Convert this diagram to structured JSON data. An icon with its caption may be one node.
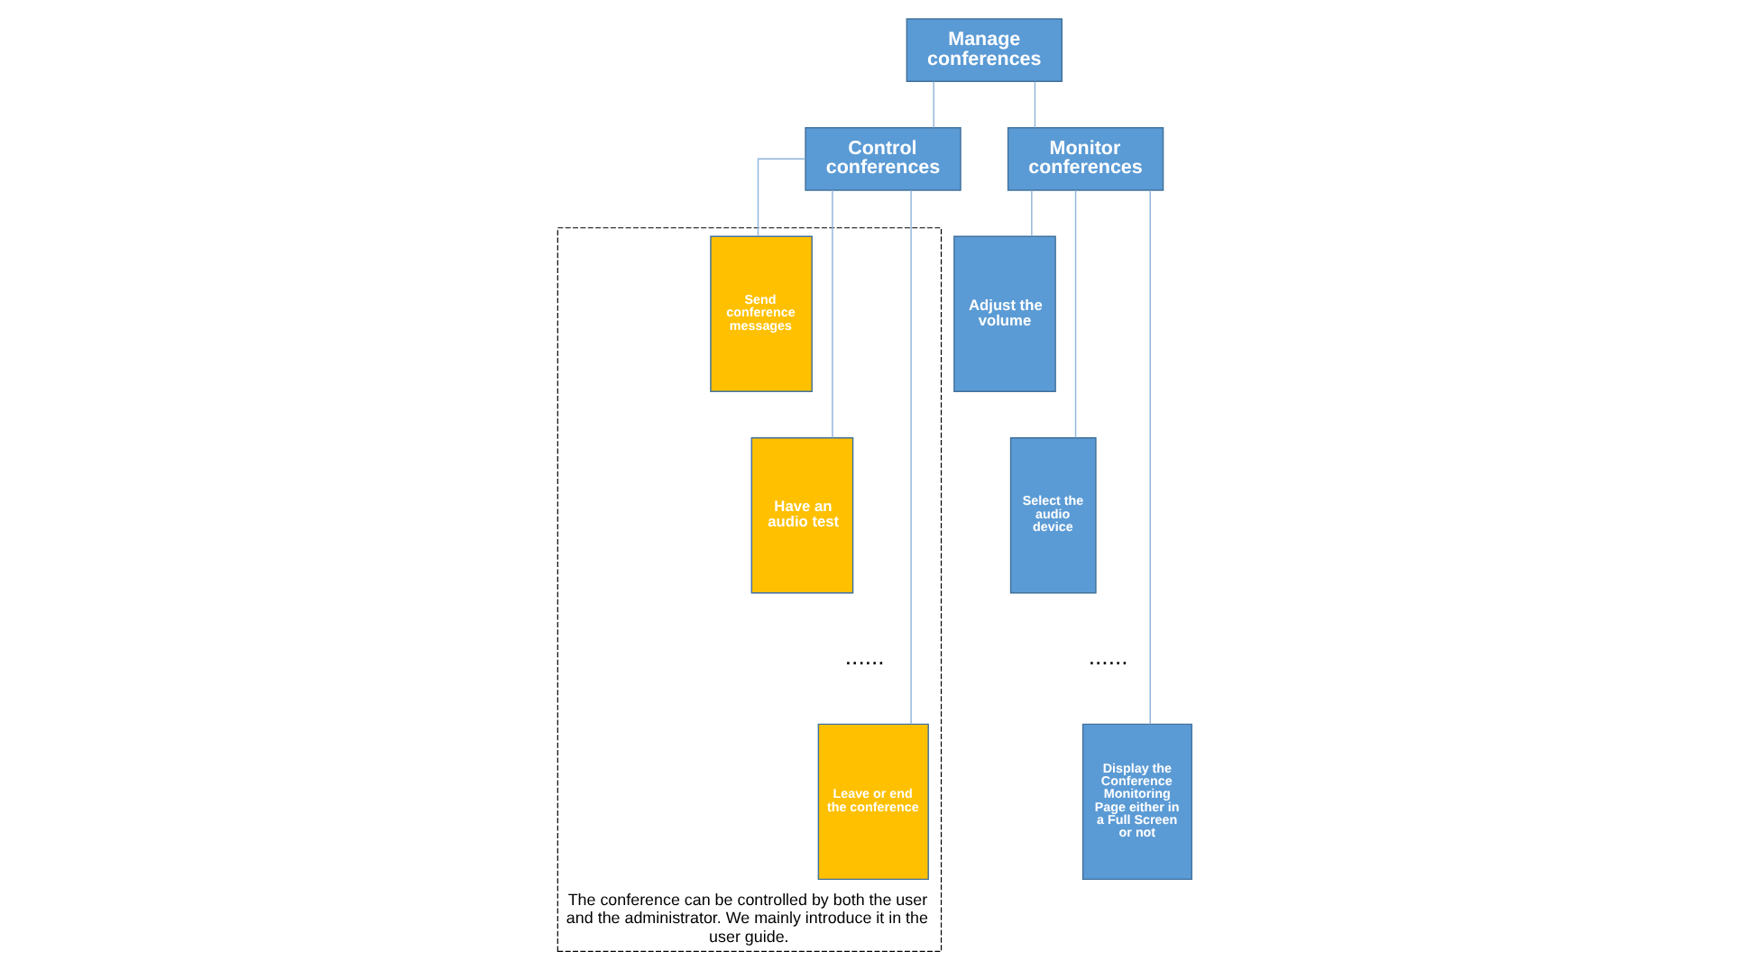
{
  "diagram": {
    "nodes": [
      {
        "text": [
          "Manage conferences"
        ]
      },
      {
        "text": [
          "Control conferences"
        ]
      },
      {
        "text": [
          "Monitor conferences"
        ]
      },
      {
        "text": [
          "The conference can be controlled by both the user and the administrator. We mainly introduce it in the user guide."
        ]
      },
      {
        "text": [
          "Send conference messages"
        ],
        "in": 3
      },
      {
        "text": [
          "Have an audio test"
        ],
        "in": 3
      },
      {
        "text": [
          "Leave or end the conference"
        ],
        "in": 3
      },
      {
        "text": [
          "Adjust the volume"
        ]
      },
      {
        "text": [
          "Select the audio device"
        ]
      },
      {
        "text": [
          "Display the Conference Monitoring Page either in a Full Screen or not"
        ]
      }
    ],
    "edges": [
      {
        "from": 0,
        "to": 1,
        "arrow": "none"
      },
      {
        "from": 0,
        "to": 2,
        "arrow": "none"
      },
      {
        "from": 1,
        "to": 4,
        "arrow": "none"
      },
      {
        "from": 1,
        "to": 5,
        "arrow": "none"
      },
      {
        "from": 1,
        "to": 6,
        "arrow": "none"
      },
      {
        "from": 2,
        "to": 7,
        "arrow": "none"
      },
      {
        "from": 2,
        "to": 8,
        "arrow": "none"
      },
      {
        "from": 2,
        "to": 9,
        "arrow": "none"
      }
    ],
    "labels": [
      "......",
      "......"
    ]
  }
}
